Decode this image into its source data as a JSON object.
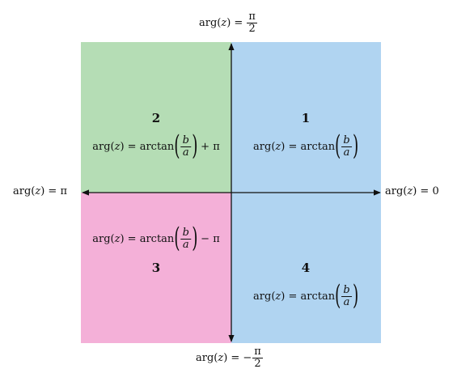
{
  "colors": {
    "q1": "#b0d4f1",
    "q2": "#b5ddb5",
    "q3": "#f4b0d8",
    "q4": "#b0d4f1",
    "axis": "#111111"
  },
  "quadrants": [
    {
      "number": "1",
      "lhs": "arg(",
      "var": "z",
      "rhs": ") = arctan",
      "frac_num": "b",
      "frac_den": "a",
      "suffix": ""
    },
    {
      "number": "2",
      "lhs": "arg(",
      "var": "z",
      "rhs": ") = arctan",
      "frac_num": "b",
      "frac_den": "a",
      "suffix": "+ π"
    },
    {
      "number": "3",
      "lhs": "arg(",
      "var": "z",
      "rhs": ") = arctan",
      "frac_num": "b",
      "frac_den": "a",
      "suffix": "− π"
    },
    {
      "number": "4",
      "lhs": "arg(",
      "var": "z",
      "rhs": ") = arctan",
      "frac_num": "b",
      "frac_den": "a",
      "suffix": ""
    }
  ],
  "axis_labels": {
    "top": {
      "prefix": "arg(",
      "var": "z",
      "mid": ") =",
      "sign": "",
      "frac_num": "π",
      "frac_den": "2"
    },
    "bottom": {
      "prefix": "arg(",
      "var": "z",
      "mid": ") =",
      "sign": "−",
      "frac_num": "π",
      "frac_den": "2"
    },
    "left": {
      "prefix": "arg(",
      "var": "z",
      "mid": ") = π"
    },
    "right": {
      "prefix": "arg(",
      "var": "z",
      "mid": ") = 0"
    }
  }
}
